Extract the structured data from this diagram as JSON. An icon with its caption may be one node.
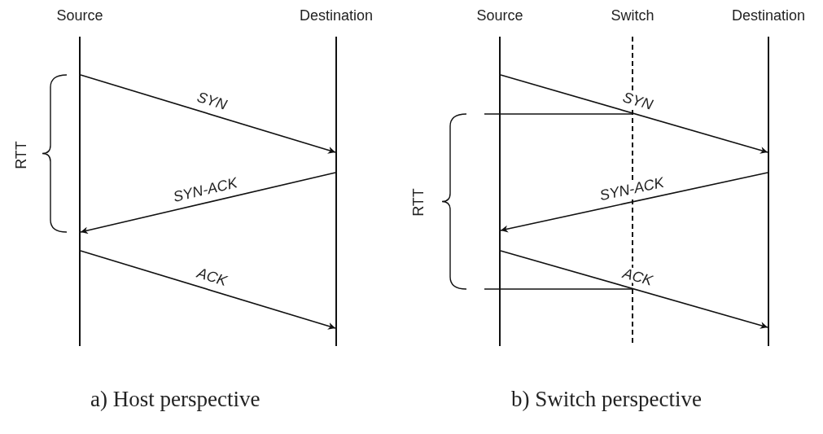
{
  "diagram": {
    "nodes": [
      {
        "text": [
          "Source"
        ]
      },
      {
        "text": [
          "Destination"
        ]
      },
      {
        "text": [
          "Source"
        ]
      },
      {
        "text": [
          "Switch"
        ]
      },
      {
        "text": [
          "Destination"
        ]
      }
    ],
    "edges": [
      {
        "from": 0,
        "to": 1,
        "arrow": "to",
        "label": "SYN"
      },
      {
        "from": 1,
        "to": 0,
        "arrow": "to",
        "label": "SYN-ACK"
      },
      {
        "from": 0,
        "to": 1,
        "arrow": "to",
        "label": "ACK"
      },
      {
        "from": 2,
        "to": 4,
        "arrow": "to",
        "label": "SYN"
      },
      {
        "from": 4,
        "to": 2,
        "arrow": "to",
        "label": "SYN-ACK"
      },
      {
        "from": 2,
        "to": 4,
        "arrow": "to",
        "label": "ACK"
      },
      {
        "from": null,
        "to": 3,
        "arrow": "none"
      },
      {
        "from": null,
        "to": 3,
        "arrow": "none"
      }
    ],
    "labels": [
      "RTT",
      "RTT",
      "a) Host perspective",
      "b) Switch perspective"
    ]
  }
}
